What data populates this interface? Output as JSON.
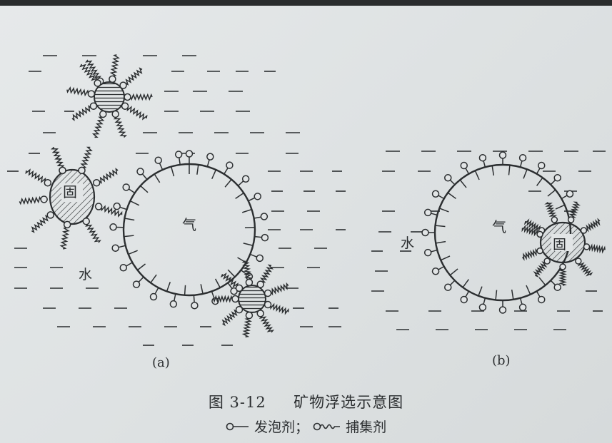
{
  "panel_a": {
    "label": "(a)",
    "gas_label": "气",
    "solid_label": "固",
    "water_label": "水"
  },
  "panel_b": {
    "label": "(b)",
    "gas_label": "气",
    "solid_label": "固",
    "water_label": "水"
  },
  "caption": {
    "figure_number": "图 3-12",
    "title": "矿物浮选示意图"
  },
  "legend": {
    "frother_label": "发泡剂；",
    "collector_label": "捕集剂",
    "frother_icon": "circle-stick-icon",
    "collector_icon": "circle-wavy-tail-icon"
  },
  "colors": {
    "ink": "#2b2e30",
    "paper": "#e2e5e6",
    "topbar": "#2a2c2d"
  }
}
